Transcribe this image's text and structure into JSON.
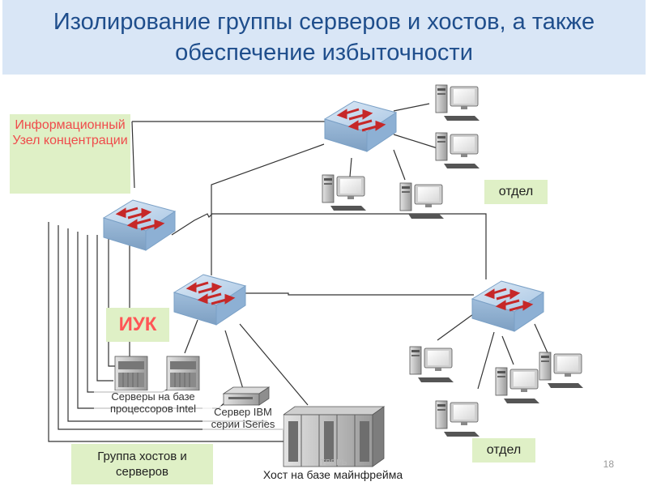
{
  "slide": {
    "title": "Изолирование группы серверов и хостов, а также обеспечение избыточности",
    "page_number": "18",
    "watermark": "ТВЕРЬ"
  },
  "labels": {
    "info_node": "Информационный Узел концентрации",
    "iuk": "ИУК",
    "otdel_top": "отдел",
    "otdel_bottom": "отдел",
    "group": "Группа хостов и серверов",
    "intel_servers": "Серверы на базе процессоров Intel",
    "ibm_server": "Сервер IBM серии iSeries",
    "mainframe": "Хост на базе майнфрейма"
  },
  "colors": {
    "title_bg": "#d9e6f6",
    "title_text": "#1f4e8c",
    "label_bg": "#dff0c6",
    "accent_red": "#ef4b4b",
    "switch_fill": "#b9d2ea"
  },
  "icons": [
    "network-switch-icon",
    "desktop-computer-icon",
    "server-tower-icon",
    "rack-server-icon",
    "mainframe-icon"
  ]
}
